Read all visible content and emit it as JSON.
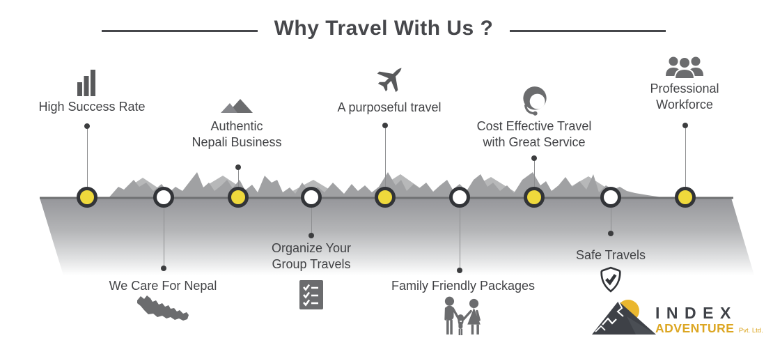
{
  "title": {
    "text": "Why Travel With Us ?"
  },
  "features": [
    {
      "id": "high-success-rate",
      "label": "High Success Rate",
      "icon": "bar-chart-icon",
      "side": "top",
      "node_color": "yellow"
    },
    {
      "id": "we-care-for-nepal",
      "label": "We Care For Nepal",
      "icon": "nepal-map-icon",
      "side": "bottom",
      "node_color": "white"
    },
    {
      "id": "authentic-nepali-business",
      "label": "Authentic\nNepali Business",
      "icon": "mountains-icon",
      "side": "top",
      "node_color": "yellow"
    },
    {
      "id": "organize-group-travels",
      "label": "Organize Your\nGroup Travels",
      "icon": "checklist-icon",
      "side": "bottom",
      "node_color": "white"
    },
    {
      "id": "a-purposeful-travel",
      "label": "A purposeful travel",
      "icon": "airplane-icon",
      "side": "top",
      "node_color": "yellow"
    },
    {
      "id": "family-friendly-packages",
      "label": "Family Friendly Packages",
      "icon": "family-icon",
      "side": "bottom",
      "node_color": "white"
    },
    {
      "id": "cost-effective-travel",
      "label": "Cost Effective Travel\nwith Great Service",
      "icon": "headset-icon",
      "side": "top",
      "node_color": "yellow"
    },
    {
      "id": "safe-travels",
      "label": "Safe Travels",
      "icon": "shield-check-icon",
      "side": "bottom",
      "node_color": "white"
    },
    {
      "id": "professional-workforce",
      "label": "Professional\nWorkforce",
      "icon": "people-icon",
      "side": "top",
      "node_color": "yellow"
    }
  ],
  "logo": {
    "name_line1": "INDEX",
    "name_line2": "ADVENTURE",
    "suffix": "Pvt. Ltd."
  },
  "colors": {
    "text": "#414245",
    "title": "#46474b",
    "icon_gray": "#6b6c6e",
    "icon_dark": "#58595b",
    "mountain_front": "#a0a1a3",
    "mountain_back": "#b7b8b9",
    "timeline_line": "#6f7072",
    "connector": "#8d8e90",
    "node_ring": "#323438",
    "node_yellow": "#efd93c",
    "node_white": "#ffffff",
    "logo_dark": "#3e4147",
    "logo_gold": "#dca622",
    "logo_sun": "#eab72f"
  }
}
